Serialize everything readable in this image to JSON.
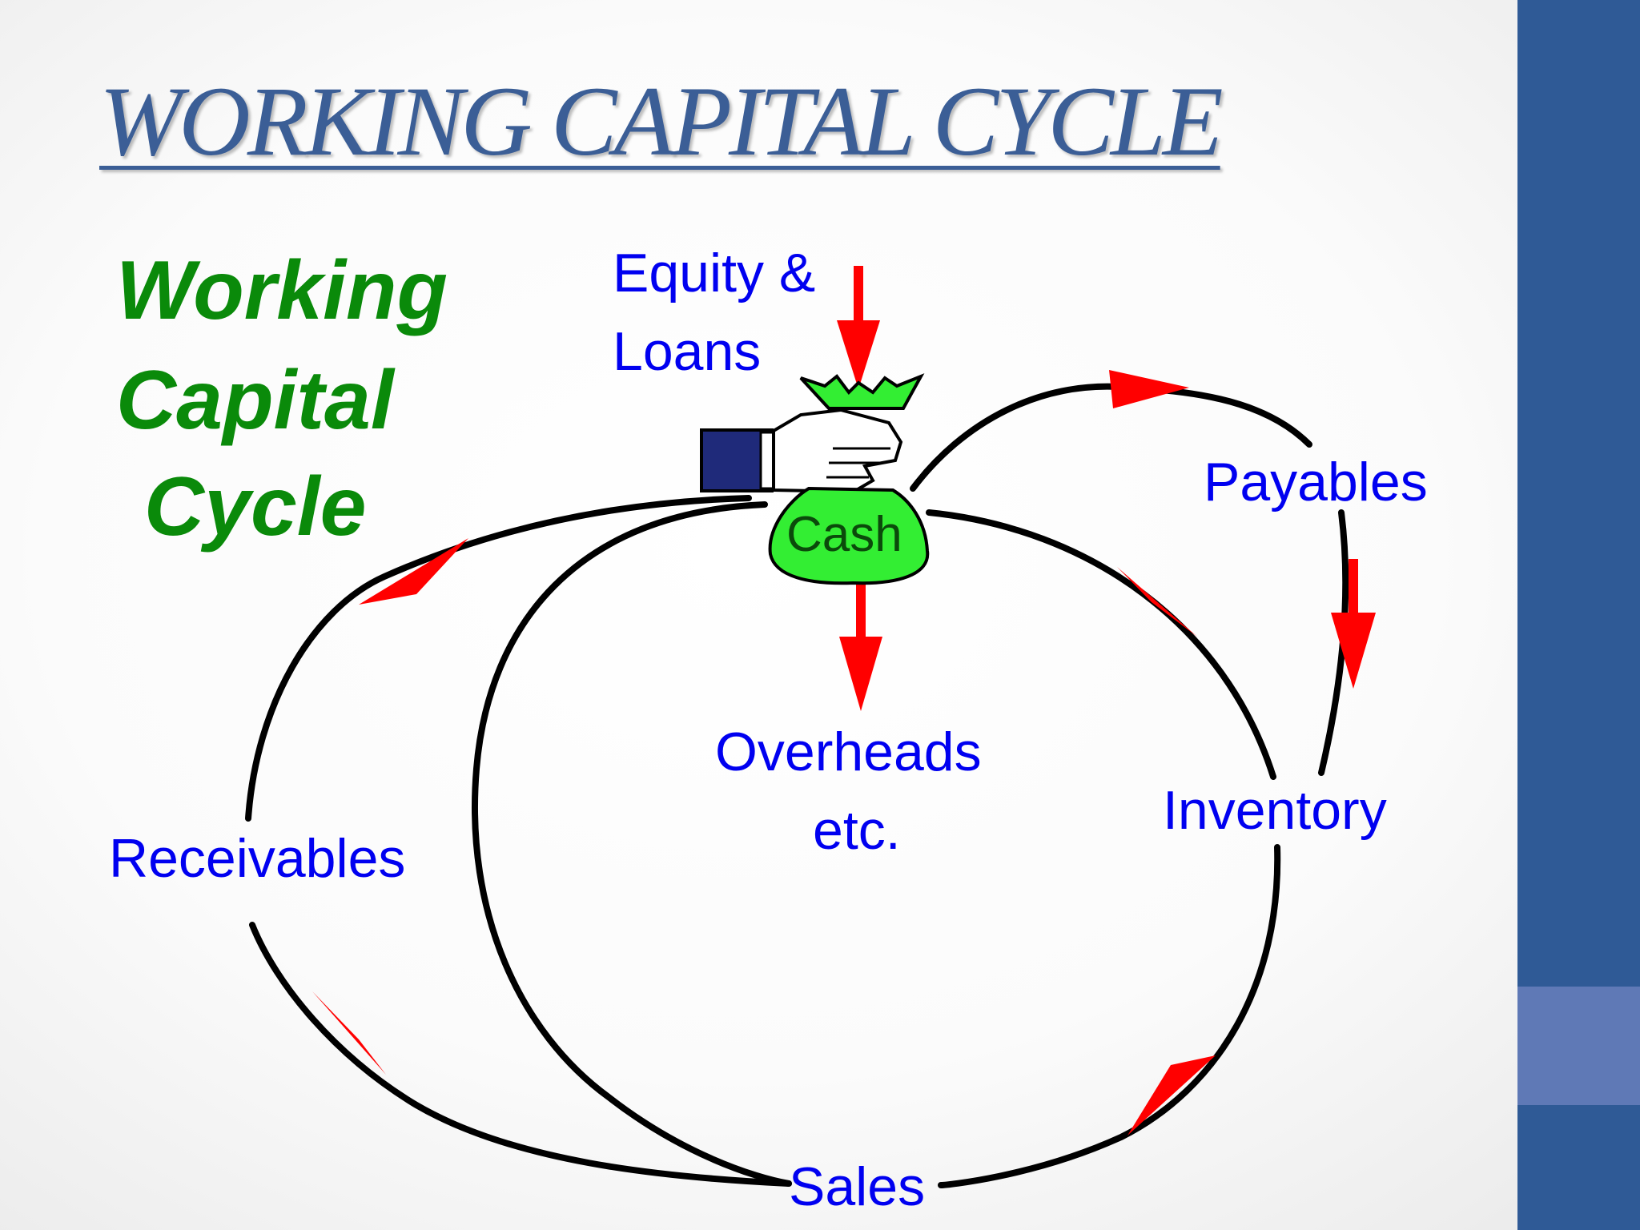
{
  "slide": {
    "title": "WORKING CAPITAL CYCLE",
    "colors": {
      "title": "#3b5e96",
      "sidebar": "#2f5a96",
      "sidebar_accent": "#5f79b6"
    }
  },
  "diagram": {
    "heading_lines": [
      "Working",
      "Capital",
      "Cycle"
    ],
    "equity_lines": [
      "Equity &",
      "Loans"
    ],
    "cash_label": "Cash",
    "payables_label": "Payables",
    "overheads_lines": [
      "Overheads",
      "etc."
    ],
    "inventory_label": "Inventory",
    "receivables_label": "Receivables",
    "sales_label": "Sales",
    "colors": {
      "labels": "#0000f0",
      "heading": "#0a8a0a",
      "arrows": "#ff0000",
      "bag": "#33ee33",
      "cuff": "#1f2a7a"
    },
    "icons": [
      "money-bag-icon",
      "hand-icon"
    ]
  }
}
